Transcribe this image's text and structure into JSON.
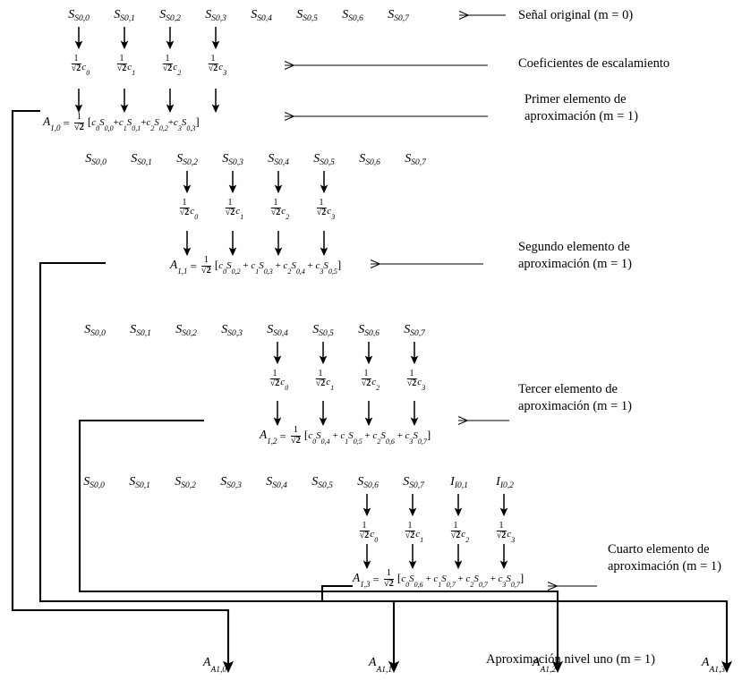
{
  "diagram": {
    "title_domain": "wavelet-approximation-flow",
    "signal_label_prefix": "S",
    "blocks": [
      {
        "id": "block1",
        "signals": [
          "S0,0",
          "S0,1",
          "S0,2",
          "S0,3",
          "S0,4",
          "S0,5",
          "S0,6",
          "S0,7"
        ],
        "active_indices": [
          0,
          1,
          2,
          3
        ],
        "coefficients": [
          "c0",
          "c1",
          "c2",
          "c3"
        ],
        "coef_numerator": "1",
        "coef_denominator": "√2",
        "formula_lhs": "A1,0",
        "formula_terms": [
          "c0S0,0",
          "c1S0,1",
          "c2S0,2",
          "c3S0,3"
        ],
        "formula_full": "A1,0 = 1/√2 [c0S0,0+c1S0,1+c2S0,2+c3S0,3]"
      },
      {
        "id": "block2",
        "signals": [
          "S0,0",
          "S0,1",
          "S0,2",
          "S0,3",
          "S0,4",
          "S0,5",
          "S0,6",
          "S0,7"
        ],
        "active_indices": [
          2,
          3,
          4,
          5
        ],
        "coefficients": [
          "c0",
          "c1",
          "c2",
          "c3"
        ],
        "formula_lhs": "A1,1",
        "formula_terms": [
          "c0S0,2",
          "c1S0,3",
          "c2S0,4",
          "c3S0,5"
        ],
        "formula_full": "A1,1 = 1/√2 [c0S0,2 + c1S0,3 + c2S0,4 + c3S0,5]"
      },
      {
        "id": "block3",
        "signals": [
          "S0,0",
          "S0,1",
          "S0,2",
          "S0,3",
          "S0,4",
          "S0,5",
          "S0,6",
          "S0,7"
        ],
        "active_indices": [
          4,
          5,
          6,
          7
        ],
        "coefficients": [
          "c0",
          "c1",
          "c2",
          "c3"
        ],
        "formula_lhs": "A1,2",
        "formula_terms": [
          "c0S0,4",
          "c1S0,5",
          "c2S0,6",
          "c3S0,7"
        ],
        "formula_full": "A1,2 = 1/√2 [c0S0,4 + c1S0,5 + c2S0,6 + c3S0,7]"
      },
      {
        "id": "block4",
        "signals": [
          "S0,0",
          "S0,1",
          "S0,2",
          "S0,3",
          "S0,4",
          "S0,5",
          "S0,6",
          "S0,7",
          "I0,1",
          "I0,2"
        ],
        "active_indices": [
          6,
          7,
          8,
          9
        ],
        "coefficients": [
          "c0",
          "c1",
          "c2",
          "c3"
        ],
        "formula_lhs": "A1,3",
        "formula_terms": [
          "c0S0,6",
          "c1S0,7",
          "c2S0,7",
          "c3S0,7"
        ],
        "formula_full": "A1,3 = 1/√2 [c0S0,6 + c1S0,7 + c2S0,7 + c3S0,7]"
      }
    ],
    "right_labels": [
      {
        "id": "label-signal",
        "lines": [
          "Señal original (m = 0)"
        ]
      },
      {
        "id": "label-scaling",
        "lines": [
          "Coeficientes de escalamiento"
        ]
      },
      {
        "id": "label-first",
        "lines": [
          "Primer elemento de",
          "aproximación (m = 1)"
        ]
      },
      {
        "id": "label-second",
        "lines": [
          "Segundo elemento de",
          "aproximación (m = 1)"
        ]
      },
      {
        "id": "label-third",
        "lines": [
          "Tercer elemento de",
          "aproximación (m = 1)"
        ]
      },
      {
        "id": "label-fourth",
        "lines": [
          "Cuarto elemento de",
          "aproximación (m = 1)"
        ]
      },
      {
        "id": "label-output",
        "lines": [
          "Aproximación nivel uno (m = 1)"
        ]
      }
    ],
    "outputs": [
      "A1,0",
      "A1,1",
      "A1,2",
      "A1,3"
    ],
    "colors": {
      "ink": "#000000",
      "background": "#ffffff"
    }
  }
}
